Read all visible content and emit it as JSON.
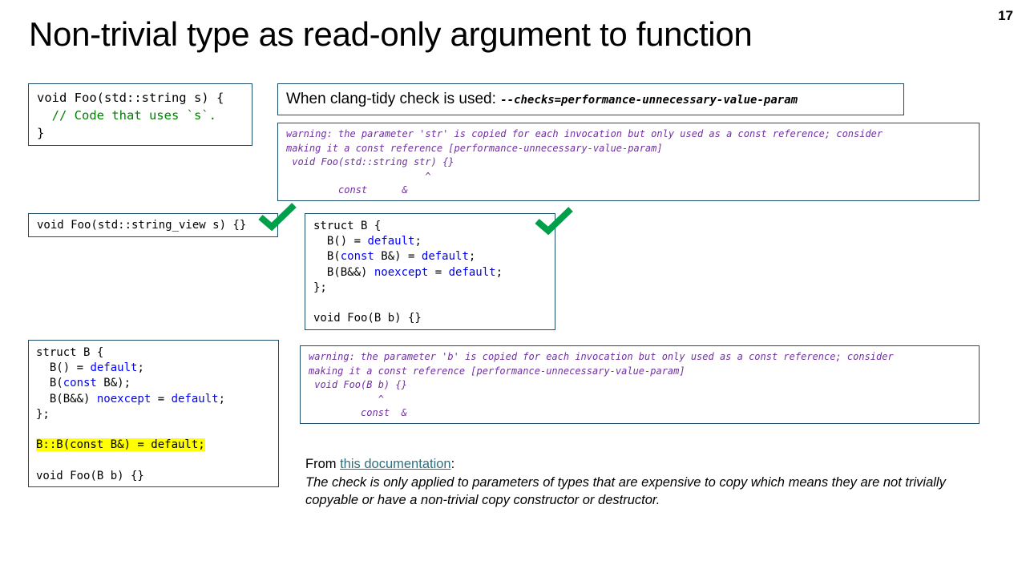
{
  "slide": {
    "title": "Non-trivial type as read-only argument to function",
    "number": "17"
  },
  "code_string_param": {
    "l1_pre": "void Foo(std::string s) {",
    "l2_comment": "  // Code that uses `s`.",
    "l3": "}"
  },
  "clang_tidy": {
    "label": "When clang-tidy check is used: ",
    "flag": "--checks=performance-unnecessary-value-param"
  },
  "warning_str": {
    "l1": "warning: the parameter 'str' is copied for each invocation but only used as a const reference; consider",
    "l2": "making it a const reference [performance-unnecessary-value-param]",
    "l3": " void Foo(std::string str) {}",
    "l4": "                        ^",
    "l5": "         const      &"
  },
  "code_string_view": {
    "line": "void Foo(std::string_view s) {}"
  },
  "code_struct_ok": {
    "l1": "struct B {",
    "l2a": "  B() = ",
    "l2kw": "default",
    "l2b": ";",
    "l3a": "  B(",
    "l3kw1": "const",
    "l3b": " B&) = ",
    "l3kw2": "default",
    "l3c": ";",
    "l4a": "  B(B&&) ",
    "l4kw1": "noexcept",
    "l4b": " = ",
    "l4kw2": "default",
    "l4c": ";",
    "l5": "};",
    "l7": "void Foo(B b) {}"
  },
  "code_struct_bad": {
    "l1": "struct B {",
    "l2a": "  B() = ",
    "l2kw": "default",
    "l2b": ";",
    "l3a": "  B(",
    "l3kw": "const",
    "l3b": " B&);",
    "l4a": "  B(B&&) ",
    "l4kw1": "noexcept",
    "l4b": " = ",
    "l4kw2": "default",
    "l4c": ";",
    "l5": "};",
    "l7_highlight": "B::B(const B&) = default;",
    "l9": "void Foo(B b) {}"
  },
  "warning_b": {
    "l1": "warning: the parameter 'b' is copied for each invocation but only used as a const reference; consider",
    "l2": "making it a const reference [performance-unnecessary-value-param]",
    "l3": " void Foo(B b) {}",
    "l4": "            ^",
    "l5": "         const  &"
  },
  "from_note": {
    "prefix": "From ",
    "link": "this documentation",
    "suffix": ":",
    "quote": "The check is only applied to parameters of types that are expensive to copy which means they are not trivially copyable or have a non-trivial copy constructor or destructor."
  },
  "colors": {
    "keyword": "#0000ff",
    "comment": "#008000",
    "warning": "#7030a0",
    "border": "#1f4e6b",
    "check": "#00a04a",
    "highlight": "#ffff00",
    "link": "#2e6f7e"
  },
  "icons": [
    "check-icon"
  ]
}
